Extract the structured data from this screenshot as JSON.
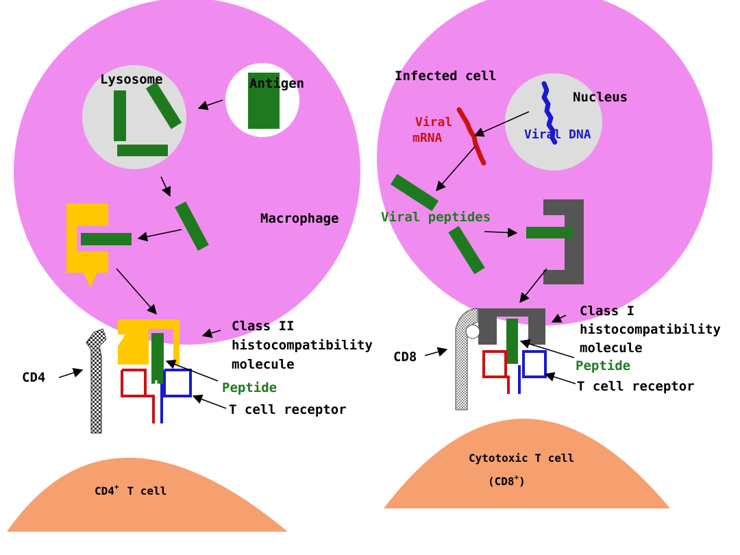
{
  "left_panel": {
    "lysosome": "Lysosome",
    "antigen": "Antigen",
    "macrophage": "Macrophage",
    "class_ii_line1": "Class II",
    "class_ii_line2": "histocompatibility",
    "class_ii_line3": "molecule",
    "peptide": "Peptide",
    "t_cell_receptor": "T cell receptor",
    "cd4": "CD4",
    "t_cell_name": "CD4",
    "t_cell_sup": "+",
    "t_cell_suffix": "T cell"
  },
  "right_panel": {
    "infected_cell": "Infected cell",
    "nucleus": "Nucleus",
    "viral_dna": "Viral DNA",
    "viral_mrna_line1": "Viral",
    "viral_mrna_line2": "mRNA",
    "viral_peptides": "Viral peptides",
    "class_i_line1": "Class I",
    "class_i_line2": "histocompatibility",
    "class_i_line3": "molecule",
    "peptide": "Peptide",
    "t_cell_receptor": "T cell receptor",
    "cd8": "CD8",
    "t_cell_line1": "Cytotoxic T cell",
    "t_cell_line2_pre": "(CD8",
    "t_cell_line2_sup": "+",
    "t_cell_line2_post": ")"
  },
  "colors": {
    "cell_pink": "#f08cf0",
    "lysosome_gray": "#dddddd",
    "t_cell_orange": "#f5a06e",
    "peptide_green": "#1f7a1f",
    "class_ii_yellow": "#ffc800",
    "class_i_gray": "#555555",
    "tcr_red": "#cc1111",
    "tcr_blue": "#1a1acc"
  }
}
